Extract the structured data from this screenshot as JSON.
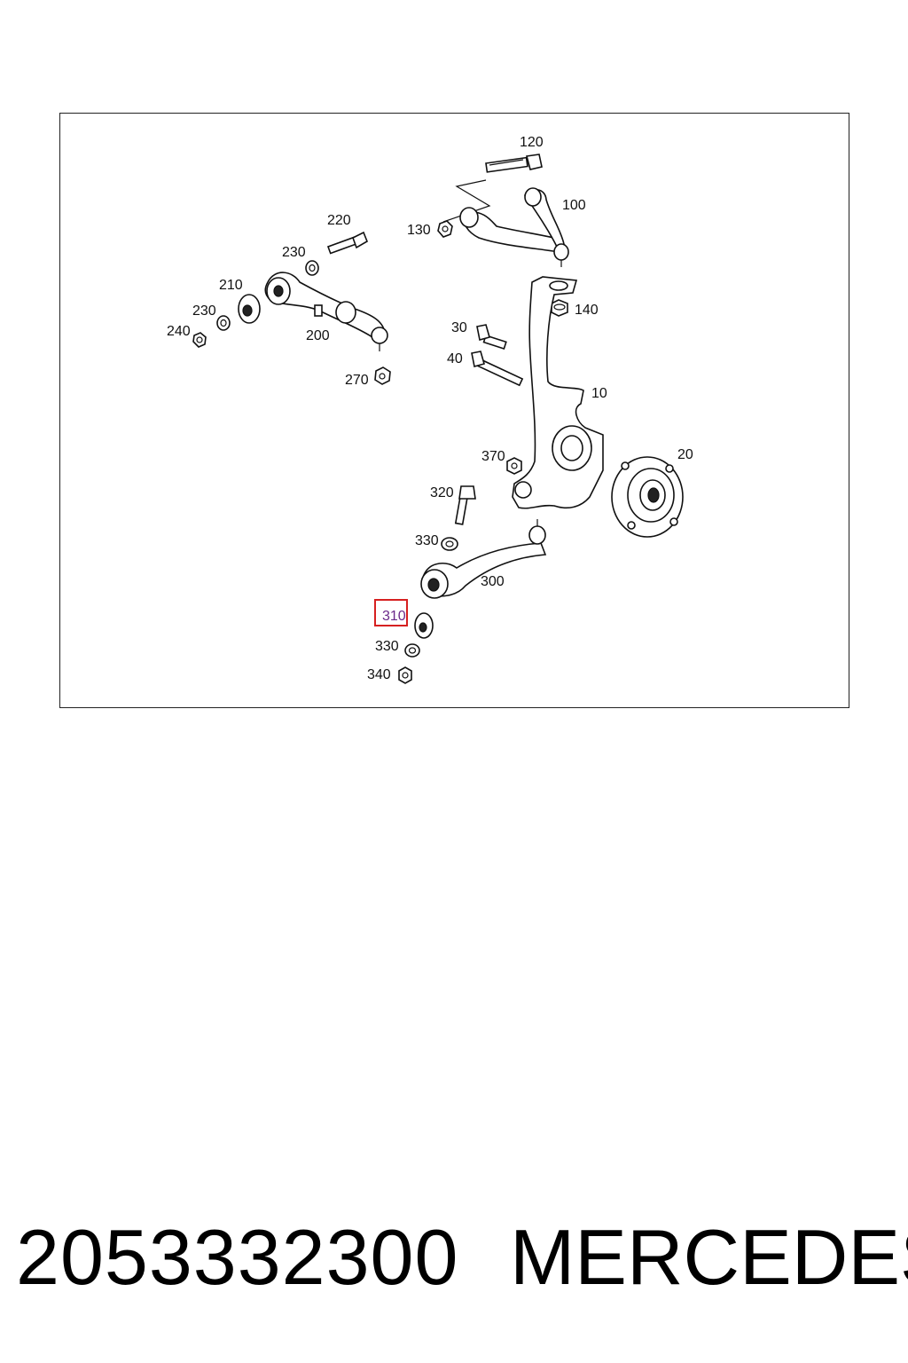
{
  "callouts": {
    "c120": "120",
    "c100": "100",
    "c130": "130",
    "c220": "220",
    "c230a": "230",
    "c210": "210",
    "c230b": "230",
    "c240": "240",
    "c200": "200",
    "c140": "140",
    "c30": "30",
    "c40": "40",
    "c10": "10",
    "c270": "270",
    "c370": "370",
    "c20": "20",
    "c320": "320",
    "c330a": "330",
    "c300": "300",
    "c310": "310",
    "c330b": "330",
    "c340": "340"
  },
  "highlight": {
    "label": "310",
    "color": "#d62020"
  },
  "footer": {
    "part_number": "2053332300",
    "brand": "MERCEDES"
  }
}
